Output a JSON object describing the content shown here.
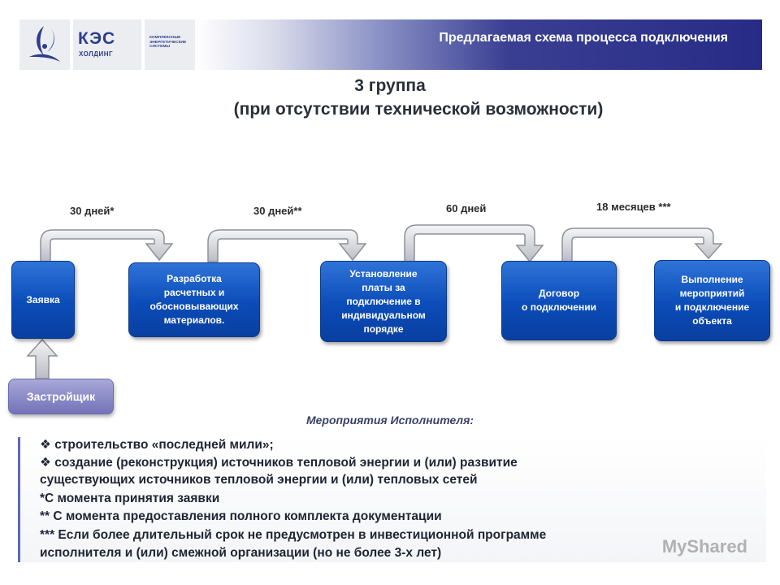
{
  "header": {
    "logo_main": "КЭС",
    "logo_sub": "ХОЛДИНГ",
    "logo_tagline": "Комплексные энергетические системы",
    "title": "Предлагаемая схема процесса подключения"
  },
  "heading": {
    "line1": "3 группа",
    "line2": "(при отсутствии технической возможности)"
  },
  "steps": [
    {
      "label": "Заявка"
    },
    {
      "label": "Разработка\nрасчетных и\nобосновывающих\nматериалов."
    },
    {
      "label": "Установление\nплаты за\nподключение в\nиндивидуальном\nпорядке"
    },
    {
      "label": "Договор\nо подключении"
    },
    {
      "label": "Выполнение\nмероприятий\nи подключение\nобъекта"
    }
  ],
  "durations": [
    "30 дней*",
    "30 дней**",
    "60 дней",
    "18 месяцев ***"
  ],
  "builder": "Застройщик",
  "activities_title": "Мероприятия Исполнителя:",
  "notes": [
    "❖ строительство «последней мили»;",
    "❖ создание (реконструкция) источников тепловой энергии и (или) развитие",
    "существующих источников тепловой энергии и (или) тепловых сетей",
    " *С момента принятия заявки",
    "** С момента предоставления полного комплекта документации",
    "*** Если более длительный срок не предусмотрен в инвестиционной программе",
    "исполнителя и (или) смежной организации (но не более 3-х лет)"
  ],
  "watermark": "MyShared",
  "colors": {
    "box_blue": "#0b4cb8",
    "header_navy": "#272b86",
    "builder_purple": "#7373b8",
    "arrow_gray": "#b5b8bf"
  }
}
